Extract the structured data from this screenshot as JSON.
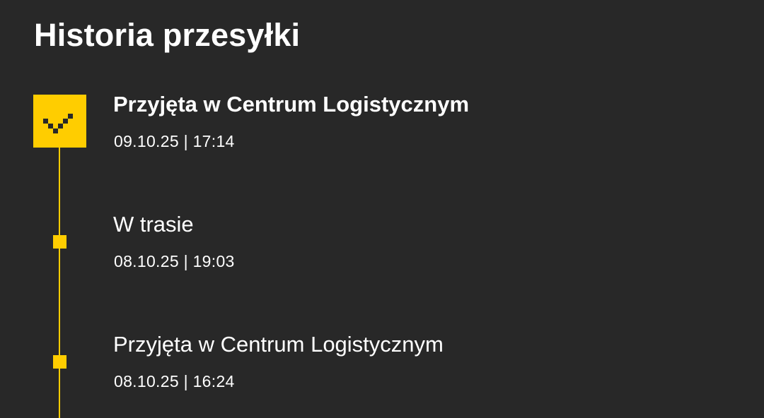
{
  "header": {
    "title": "Historia przesyłki"
  },
  "events": [
    {
      "title": "Przyjęta w Centrum Logistycznym",
      "datetime": "09.10.25 | 17:14",
      "current": true
    },
    {
      "title": "W trasie",
      "datetime": "08.10.25 | 19:03",
      "current": false
    },
    {
      "title": "Przyjęta w Centrum Logistycznym",
      "datetime": "08.10.25 | 16:24",
      "current": false
    }
  ],
  "icons": {
    "current_marker": "checkmark-icon",
    "past_marker": "timeline-dot"
  },
  "colors": {
    "background": "#282828",
    "accent": "#ffcd00",
    "text": "#ffffff",
    "check": "#282828"
  }
}
